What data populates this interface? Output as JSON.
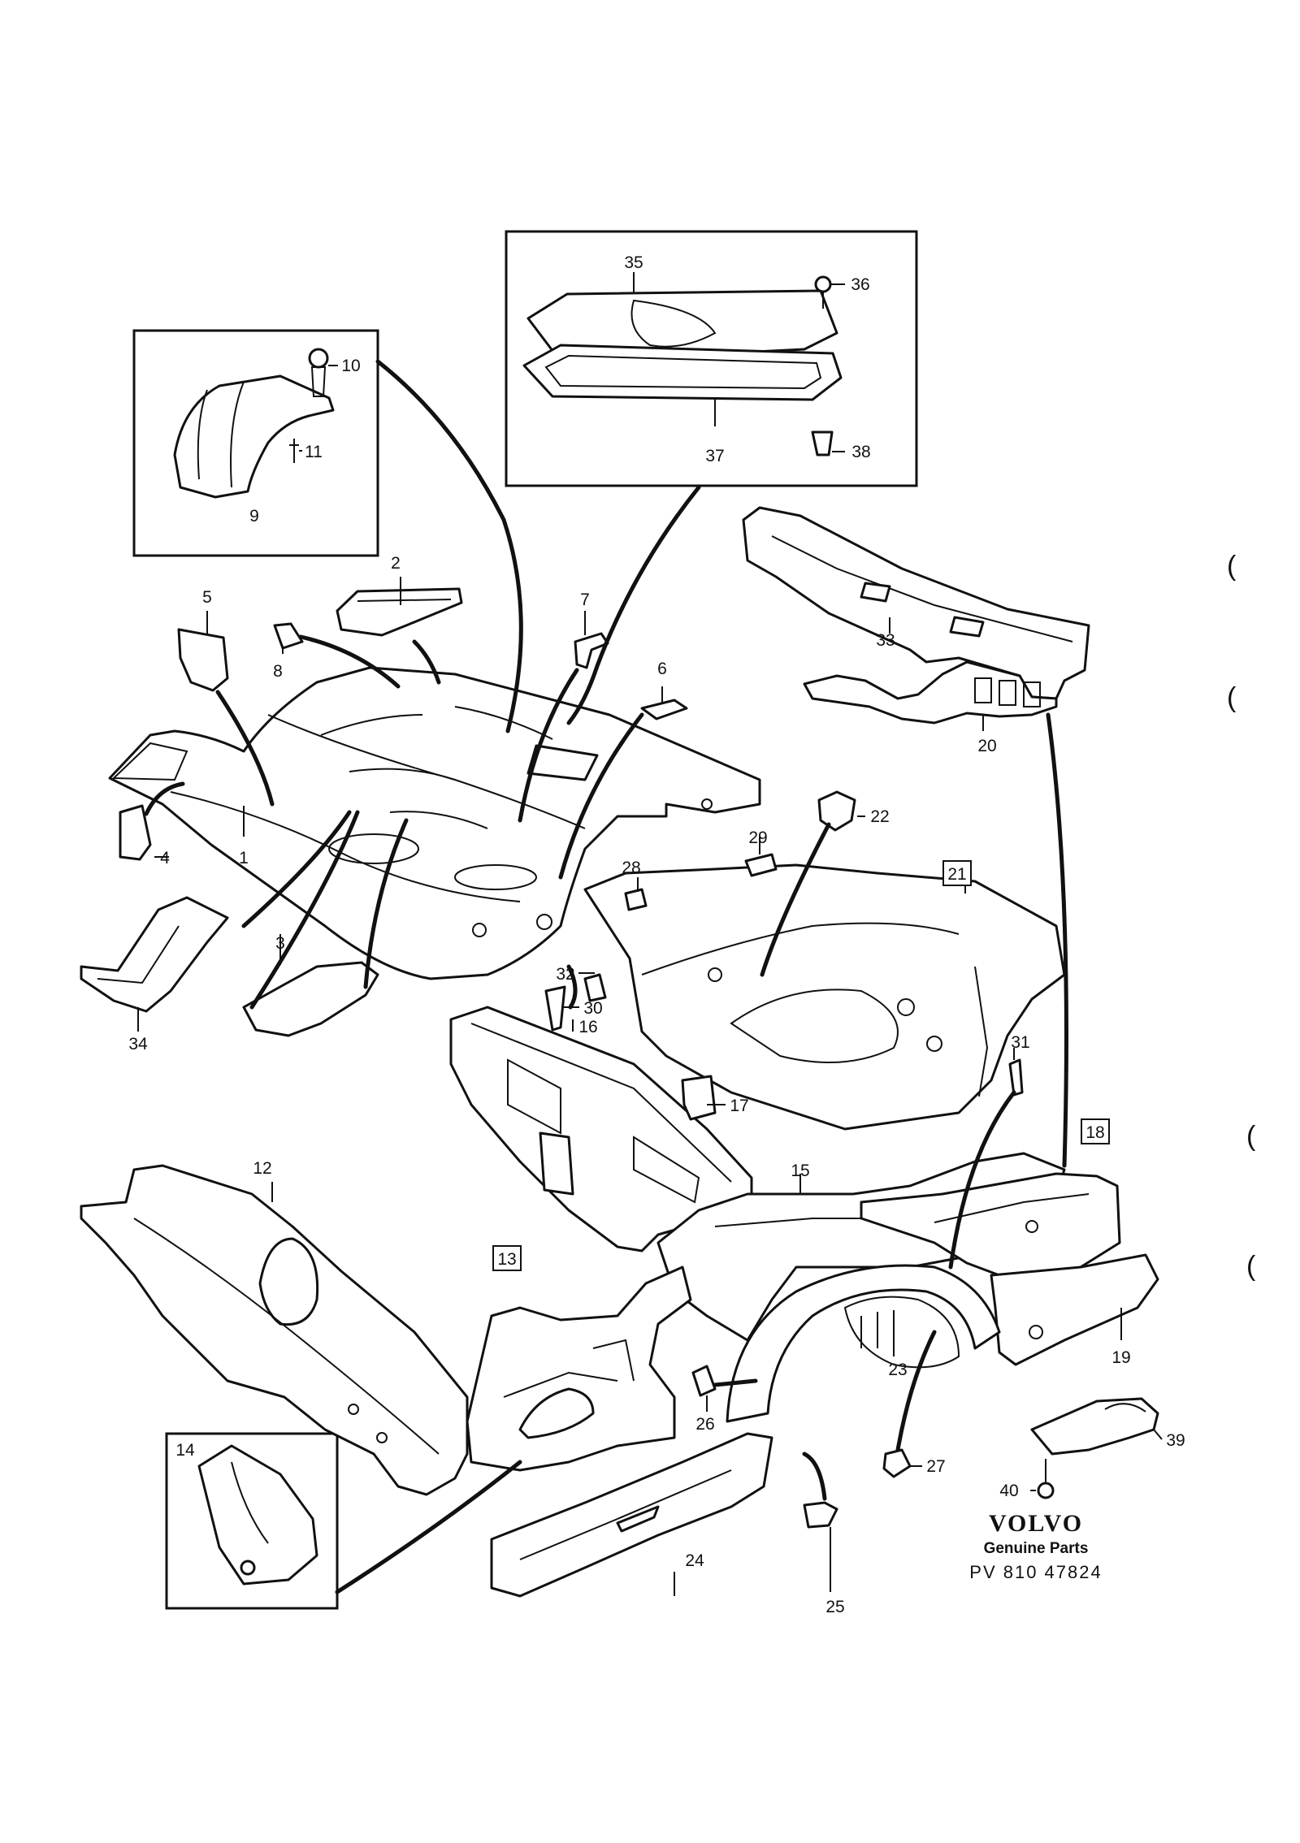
{
  "diagram": {
    "callouts": [
      {
        "id": "1",
        "label": "1"
      },
      {
        "id": "2",
        "label": "2"
      },
      {
        "id": "3",
        "label": "3"
      },
      {
        "id": "4",
        "label": "4"
      },
      {
        "id": "5",
        "label": "5"
      },
      {
        "id": "6",
        "label": "6"
      },
      {
        "id": "7",
        "label": "7"
      },
      {
        "id": "8",
        "label": "8"
      },
      {
        "id": "9",
        "label": "9"
      },
      {
        "id": "10",
        "label": "10"
      },
      {
        "id": "11",
        "label": "11"
      },
      {
        "id": "12",
        "label": "12"
      },
      {
        "id": "13",
        "label": "13",
        "boxed": true
      },
      {
        "id": "14",
        "label": "14"
      },
      {
        "id": "15",
        "label": "15"
      },
      {
        "id": "16",
        "label": "16"
      },
      {
        "id": "17",
        "label": "17"
      },
      {
        "id": "18",
        "label": "18",
        "boxed": true
      },
      {
        "id": "19",
        "label": "19"
      },
      {
        "id": "20",
        "label": "20"
      },
      {
        "id": "21",
        "label": "21",
        "boxed": true
      },
      {
        "id": "22",
        "label": "22"
      },
      {
        "id": "23",
        "label": "23"
      },
      {
        "id": "24",
        "label": "24"
      },
      {
        "id": "25",
        "label": "25"
      },
      {
        "id": "26",
        "label": "26"
      },
      {
        "id": "27",
        "label": "27"
      },
      {
        "id": "28",
        "label": "28"
      },
      {
        "id": "29",
        "label": "29"
      },
      {
        "id": "30",
        "label": "30"
      },
      {
        "id": "31",
        "label": "31"
      },
      {
        "id": "32",
        "label": "32"
      },
      {
        "id": "33",
        "label": "33"
      },
      {
        "id": "34",
        "label": "34"
      },
      {
        "id": "35",
        "label": "35"
      },
      {
        "id": "36",
        "label": "36"
      },
      {
        "id": "37",
        "label": "37"
      },
      {
        "id": "38",
        "label": "38"
      },
      {
        "id": "39",
        "label": "39"
      },
      {
        "id": "40",
        "label": "40"
      }
    ],
    "margin_marks": [
      "(",
      "(",
      "(",
      "("
    ]
  },
  "branding": {
    "logo": "VOLVO",
    "tagline": "Genuine Parts",
    "code": "PV 810 47824"
  }
}
